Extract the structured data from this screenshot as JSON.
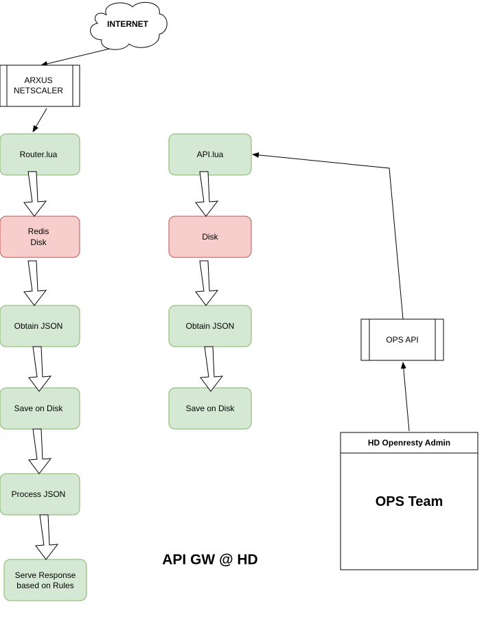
{
  "diagram": {
    "title": "API GW @ HD",
    "internet": "INTERNET",
    "netscaler": {
      "line1": "ARXUS",
      "line2": "NETSCALER"
    },
    "left_flow": {
      "router": "Router.lua",
      "redis": {
        "line1": "Redis",
        "line2": "Disk"
      },
      "obtain_json": "Obtain JSON",
      "save_on_disk": "Save on Disk",
      "process_json": "Process JSON",
      "serve_response": {
        "line1": "Serve Response",
        "line2": "based on Rules"
      }
    },
    "middle_flow": {
      "api": "API.lua",
      "disk": "Disk",
      "obtain_json": "Obtain JSON",
      "save_on_disk": "Save on Disk"
    },
    "ops_api": "OPS API",
    "admin": {
      "header": "HD Openresty Admin",
      "body": "OPS Team"
    }
  },
  "colors": {
    "green_fill": "#d5e8d4",
    "green_stroke": "#82b366",
    "red_fill": "#f8cecc",
    "red_stroke": "#b85450",
    "black": "#000000",
    "white": "#ffffff"
  }
}
